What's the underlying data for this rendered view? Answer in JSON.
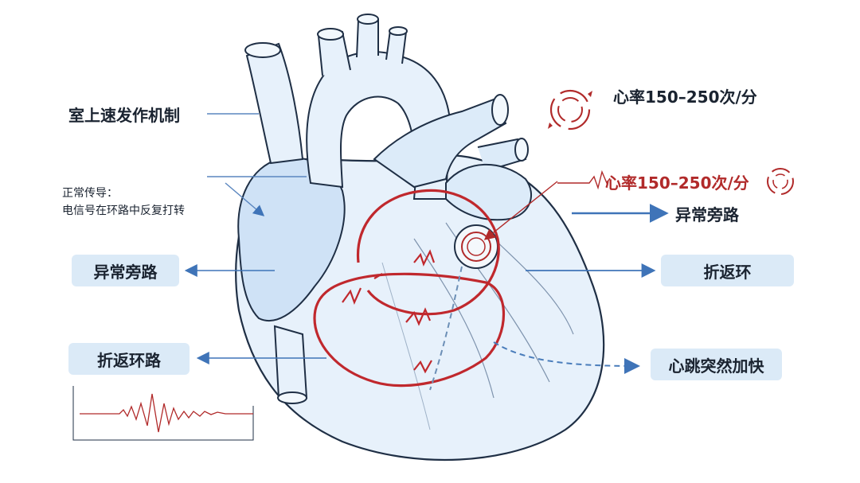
{
  "labels": {
    "top_left_title": "室上速发作机制",
    "normal_conduction_line1": "正常传导：",
    "normal_conduction_line2": "电信号在环路中反复打转",
    "left_box1": "异常旁路",
    "left_box2": "折返环路",
    "top_right_rate": "心率150–250次/分",
    "mid_right_rate": "心率150–250次/分",
    "right_plain": "异常旁路",
    "right_box1": "折返环",
    "right_box2": "心跳突然加快"
  },
  "colors": {
    "accent_red": "#b12a2a",
    "accent_blue": "#3f74b8",
    "box_fill": "#dbeaf7",
    "heart_fill": "#e7f1fb",
    "heart_outline": "#1f2f45"
  },
  "icons": [
    "cycle-arrows-icon",
    "heartbeat-wave-icon",
    "ecg-trace-icon"
  ]
}
